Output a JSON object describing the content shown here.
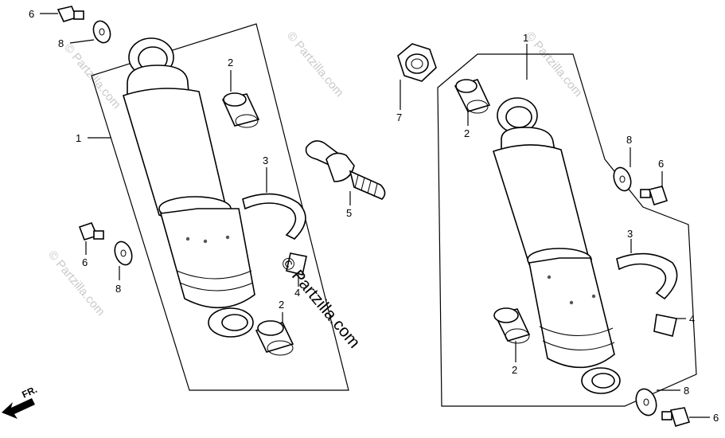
{
  "watermark": {
    "text": "© Partzilla.com",
    "main_text": "© Partzilla.com"
  },
  "direction_label": "FR.",
  "left_assembly": {
    "callouts": {
      "shock": "1",
      "bushing_top": "2",
      "bushing_bottom": "2",
      "clip": "3",
      "label": "4",
      "stud": "5",
      "bolt_top": "6",
      "bolt_mid": "6",
      "washer_top": "8",
      "washer_mid": "8"
    }
  },
  "right_assembly": {
    "callouts": {
      "shock": "1",
      "bushing_top": "2",
      "bushing_bottom": "2",
      "clip": "3",
      "label": "4",
      "nut": "7",
      "bolt_mid": "6",
      "bolt_bottom": "6",
      "washer_mid": "8",
      "washer_bottom": "8"
    }
  }
}
